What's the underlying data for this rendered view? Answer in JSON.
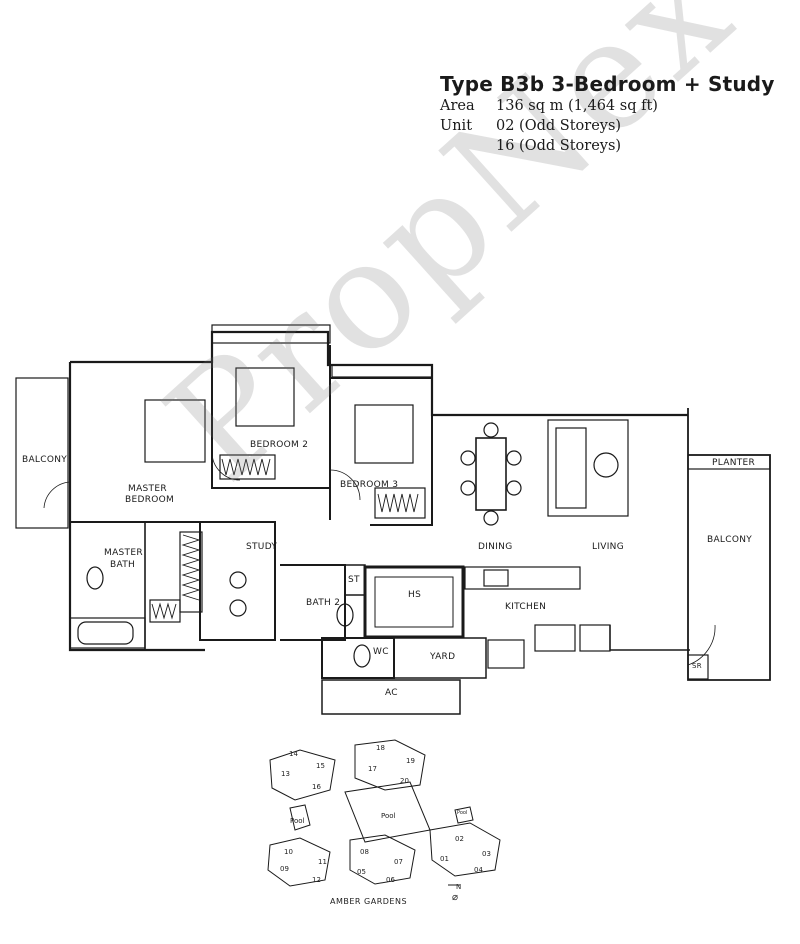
{
  "header": {
    "title": "Type B3b 3-Bedroom + Study",
    "area_label": "Area",
    "area_value": "136 sq m (1,464 sq ft)",
    "unit_label": "Unit",
    "unit_values": [
      "02 (Odd Storeys)",
      "16 (Odd Storeys)"
    ]
  },
  "rooms": {
    "balcony_left": "BALCONY",
    "master_bedroom_1": "MASTER",
    "master_bedroom_2": "BEDROOM",
    "bedroom2": "BEDROOM 2",
    "bedroom3": "BEDROOM 3",
    "master_bath_1": "MASTER",
    "master_bath_2": "BATH",
    "study": "STUDY",
    "st": "ST",
    "hs": "HS",
    "bath2": "BATH 2",
    "wc": "WC",
    "yard": "YARD",
    "ac": "AC",
    "dining": "DINING",
    "living": "LIVING",
    "kitchen": "KITCHEN",
    "planter": "PLANTER",
    "balcony_right": "BALCONY",
    "sr": "SR"
  },
  "siteplan": {
    "blocks": [
      "14",
      "15",
      "13",
      "16",
      "18",
      "19",
      "17",
      "20",
      "10",
      "11",
      "09",
      "12",
      "08",
      "07",
      "05",
      "06",
      "02",
      "03",
      "01",
      "04"
    ],
    "pool_labels": [
      "Pool",
      "Pool",
      "Pool"
    ],
    "north_label": "N",
    "estate_name": "AMBER GARDENS"
  },
  "watermark": "PropNex",
  "colors": {
    "line": "#1a1a1a",
    "watermark": "#bdbdbd"
  }
}
